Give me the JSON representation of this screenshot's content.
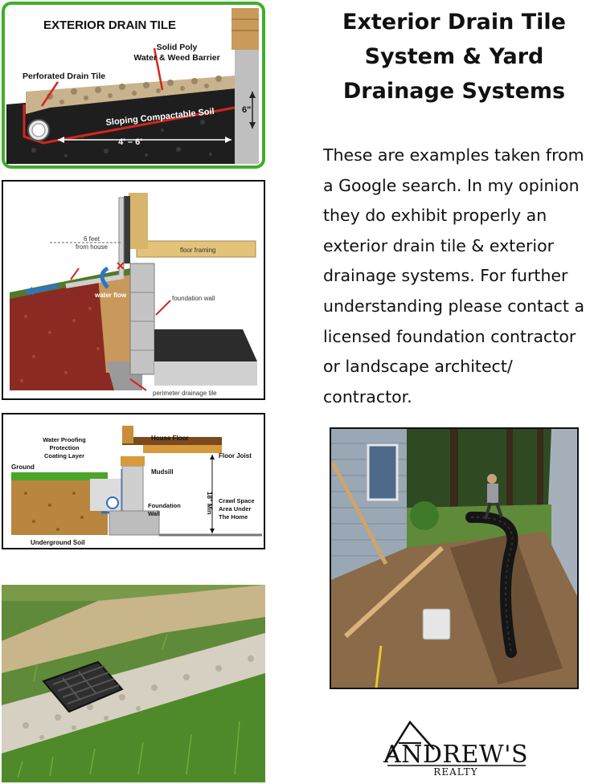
{
  "heading": {
    "lines": [
      "Exterior Drain Tile",
      "System & Yard",
      "Drainage Systems"
    ]
  },
  "description": {
    "lines": [
      "These are examples taken from",
      "a Google search.  In my opinion",
      "they do exhibit properly an",
      "exterior drain tile & exterior",
      "drainage systems.  For further",
      "understanding please contact a",
      "licensed foundation contractor",
      "or landscape architect/",
      "contractor."
    ]
  },
  "diagram1": {
    "title": "EXTERIOR DRAIN TILE",
    "barrier_label_1": "Solid Poly",
    "barrier_label_2": "Water & Weed Barrier",
    "tile_label": "Perforated Drain Tile",
    "soil_label": "Sloping Compactable Soil",
    "width_label": "4' – 6'",
    "depth_label": "6\""
  },
  "diagram2": {
    "distance_label_1": "6 feet",
    "distance_label_2": "from house",
    "framing_label": "floor framing",
    "flow_label": "water flow",
    "wall_label": "foundation wall",
    "tile_label": "perimeter drainage tile"
  },
  "diagram3": {
    "house_floor": "House Floor",
    "coating_1": "Water Proofing",
    "coating_2": "Protection",
    "coating_3": "Coating Layer",
    "floor_joist": "Floor Joist",
    "ground": "Ground",
    "mudsill": "Mudsill",
    "foundation_1": "Foundation",
    "foundation_2": "Wall",
    "min_label": "18\" Min",
    "crawl_1": "Crawl Space",
    "crawl_2": "Area Under",
    "crawl_3": "The Home",
    "soil": "Underground Soil"
  },
  "logo": {
    "brand": "ANDREW'S",
    "sub": "REALTY"
  },
  "colors": {
    "diagram1_border": "#3fae2a",
    "frame_border": "#111111",
    "soil_dark": "#1a1a1a",
    "gravel": "#c9b38e",
    "red_soil": "#8b2a22",
    "sand": "#c8995a",
    "grass": "#4f8a2a",
    "siding": "#9aa7b5"
  }
}
